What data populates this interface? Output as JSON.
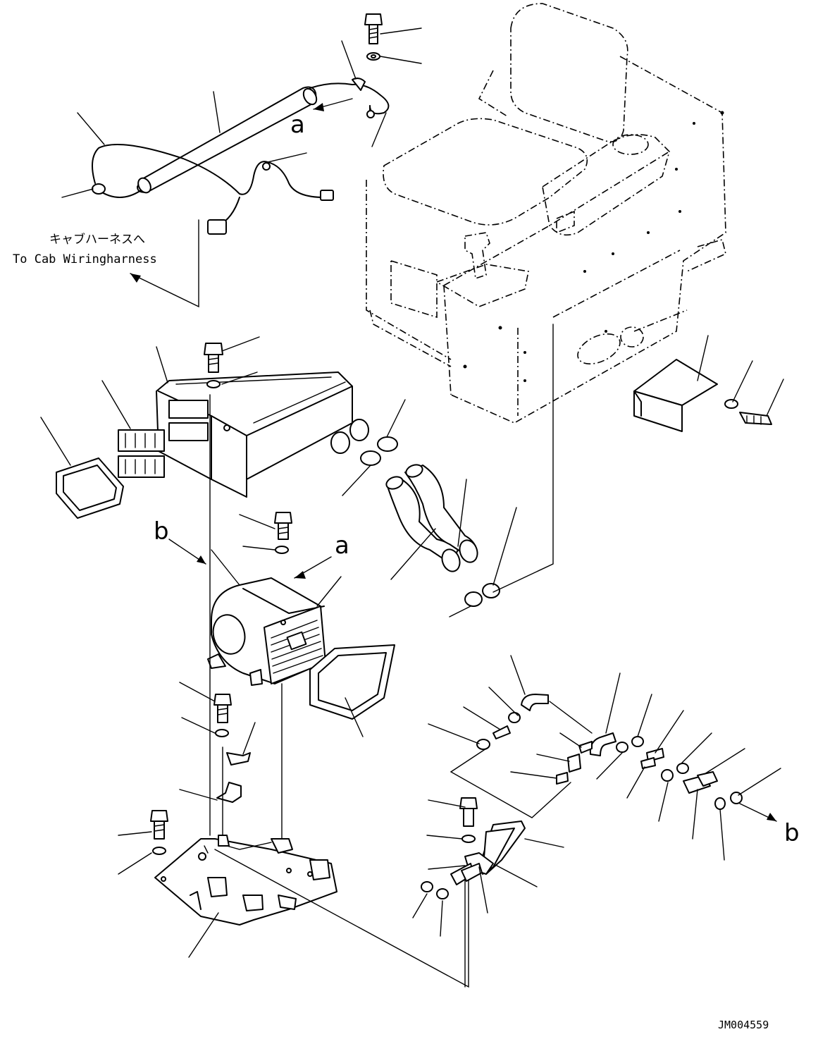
{
  "annotations": {
    "cab_harness_jp": "キャブハーネスへ",
    "cab_harness_en": "To Cab Wiringharness",
    "view_a": "a",
    "view_b": "b",
    "drawing_number": "JM004559"
  }
}
